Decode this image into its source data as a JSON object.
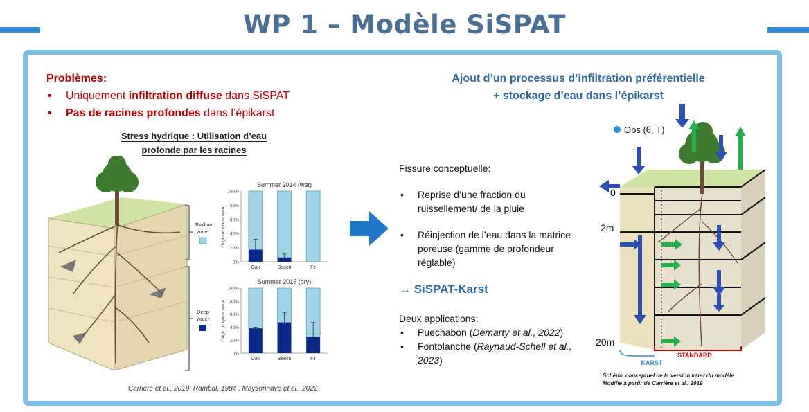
{
  "title": "WP 1 – Modèle SiSPAT",
  "problems": {
    "heading": "Problèmes:",
    "item1": {
      "pre": "Uniquement ",
      "bold": "infiltration diffuse",
      "post": " dans SiSPAT"
    },
    "item2": {
      "bold": "Pas de racines profondes",
      "post": " dans l’épikarst"
    }
  },
  "left_figure": {
    "caption_line1": "Stress hydrique : Utilisation d’eau",
    "caption_line2": "profonde par les racines",
    "shallow_label_line1": "Shallow",
    "shallow_label_line2": "water",
    "deep_label_line1": "Deep",
    "deep_label_line2": "water",
    "citation": "Carrière et al., 2019, Rambal, 1984 , Maysonnave et al., 2022"
  },
  "chart_data": [
    {
      "type": "bar",
      "title": "Summer 2014 (wet)",
      "categories": [
        "Oak",
        "Beech",
        "Fir"
      ],
      "ylabel": "Origin of xylem water",
      "ylim": [
        0,
        100
      ],
      "yticks": [
        "0%",
        "20%",
        "40%",
        "60%",
        "80%",
        "100%"
      ],
      "series": [
        {
          "name": "Deep water",
          "values": [
            17,
            6,
            0
          ],
          "errors": [
            15,
            5,
            0
          ]
        },
        {
          "name": "Shallow water",
          "values": [
            83,
            94,
            100
          ]
        }
      ]
    },
    {
      "type": "bar",
      "title": "Summer 2015 (dry)",
      "categories": [
        "Oak",
        "Beech",
        "Fir"
      ],
      "ylabel": "Origin of xylem water",
      "ylim": [
        0,
        100
      ],
      "yticks": [
        "0%",
        "20%",
        "40%",
        "60%",
        "80%",
        "100%"
      ],
      "series": [
        {
          "name": "Deep water",
          "values": [
            38,
            47,
            25
          ],
          "errors": [
            2,
            15,
            22
          ]
        },
        {
          "name": "Shallow water",
          "values": [
            62,
            53,
            75
          ]
        }
      ]
    }
  ],
  "right": {
    "heading_line1": "Ajout d’un processus d’infiltration préférentielle",
    "heading_line2": "+ stockage d’eau dans l’épikarst"
  },
  "middle": {
    "fissure": "Fissure conceptuelle:",
    "bullet1": "Reprise d’une fraction du ruissellement/ de la pluie",
    "bullet2": "Réinjection de l’eau dans la matrice poreuse (gamme de profondeur réglable)",
    "sispat_karst": "→ SiSPAT-Karst",
    "deux": "Deux applications:",
    "app1": {
      "name": "Puechabon (",
      "cite": "Demarty et al., 2022",
      "close": ")"
    },
    "app2": {
      "name": "Fontblanche (",
      "cite": "Raynaud-Schell et al., 2023",
      "close": ")"
    }
  },
  "right_figure": {
    "obs_label": "Obs (θ, T)",
    "depth_0": "0",
    "depth_2": "2m",
    "depth_20": "20m",
    "standard": "STANDARD",
    "karst": "KARST",
    "caption_line1": "Schéma conceptuel de la version karst du modèle",
    "caption_line2": "Modifié à partir de Carrière et al., 2019"
  },
  "colors": {
    "title": "#4a6f96",
    "accent_bar": "#2f8fd0",
    "frame": "#78c0e8",
    "problems": "#c00000",
    "heading_blue": "#2a6aa8",
    "shallow": "#9fd3e6",
    "deep": "#0a2a8a",
    "arrow_blue": "#2c4fb5",
    "arrow_green": "#22b14c"
  }
}
